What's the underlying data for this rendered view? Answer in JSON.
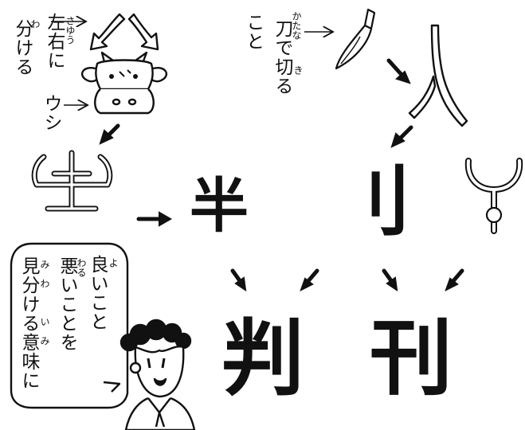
{
  "left_explanation": {
    "phrase": "左右に分ける",
    "furigana_sayuu": "さゆう",
    "furigana_wa": "わ",
    "ushi": "ウシ"
  },
  "right_explanation": {
    "phrase": "刀で切ること",
    "furigana_katana": "かたな",
    "furigana_ki": "き"
  },
  "components": {
    "left_part": "半",
    "right_part": "刂"
  },
  "result_kanji": [
    "判",
    "刊"
  ],
  "speech_bubble": {
    "text": "良いこと悪いことを見分ける意味に",
    "furigana_yo": "よ",
    "furigana_waru": "わる",
    "furigana_mi": "み",
    "furigana_wa": "わ",
    "furigana_i": "い",
    "furigana_mi2": "み"
  }
}
